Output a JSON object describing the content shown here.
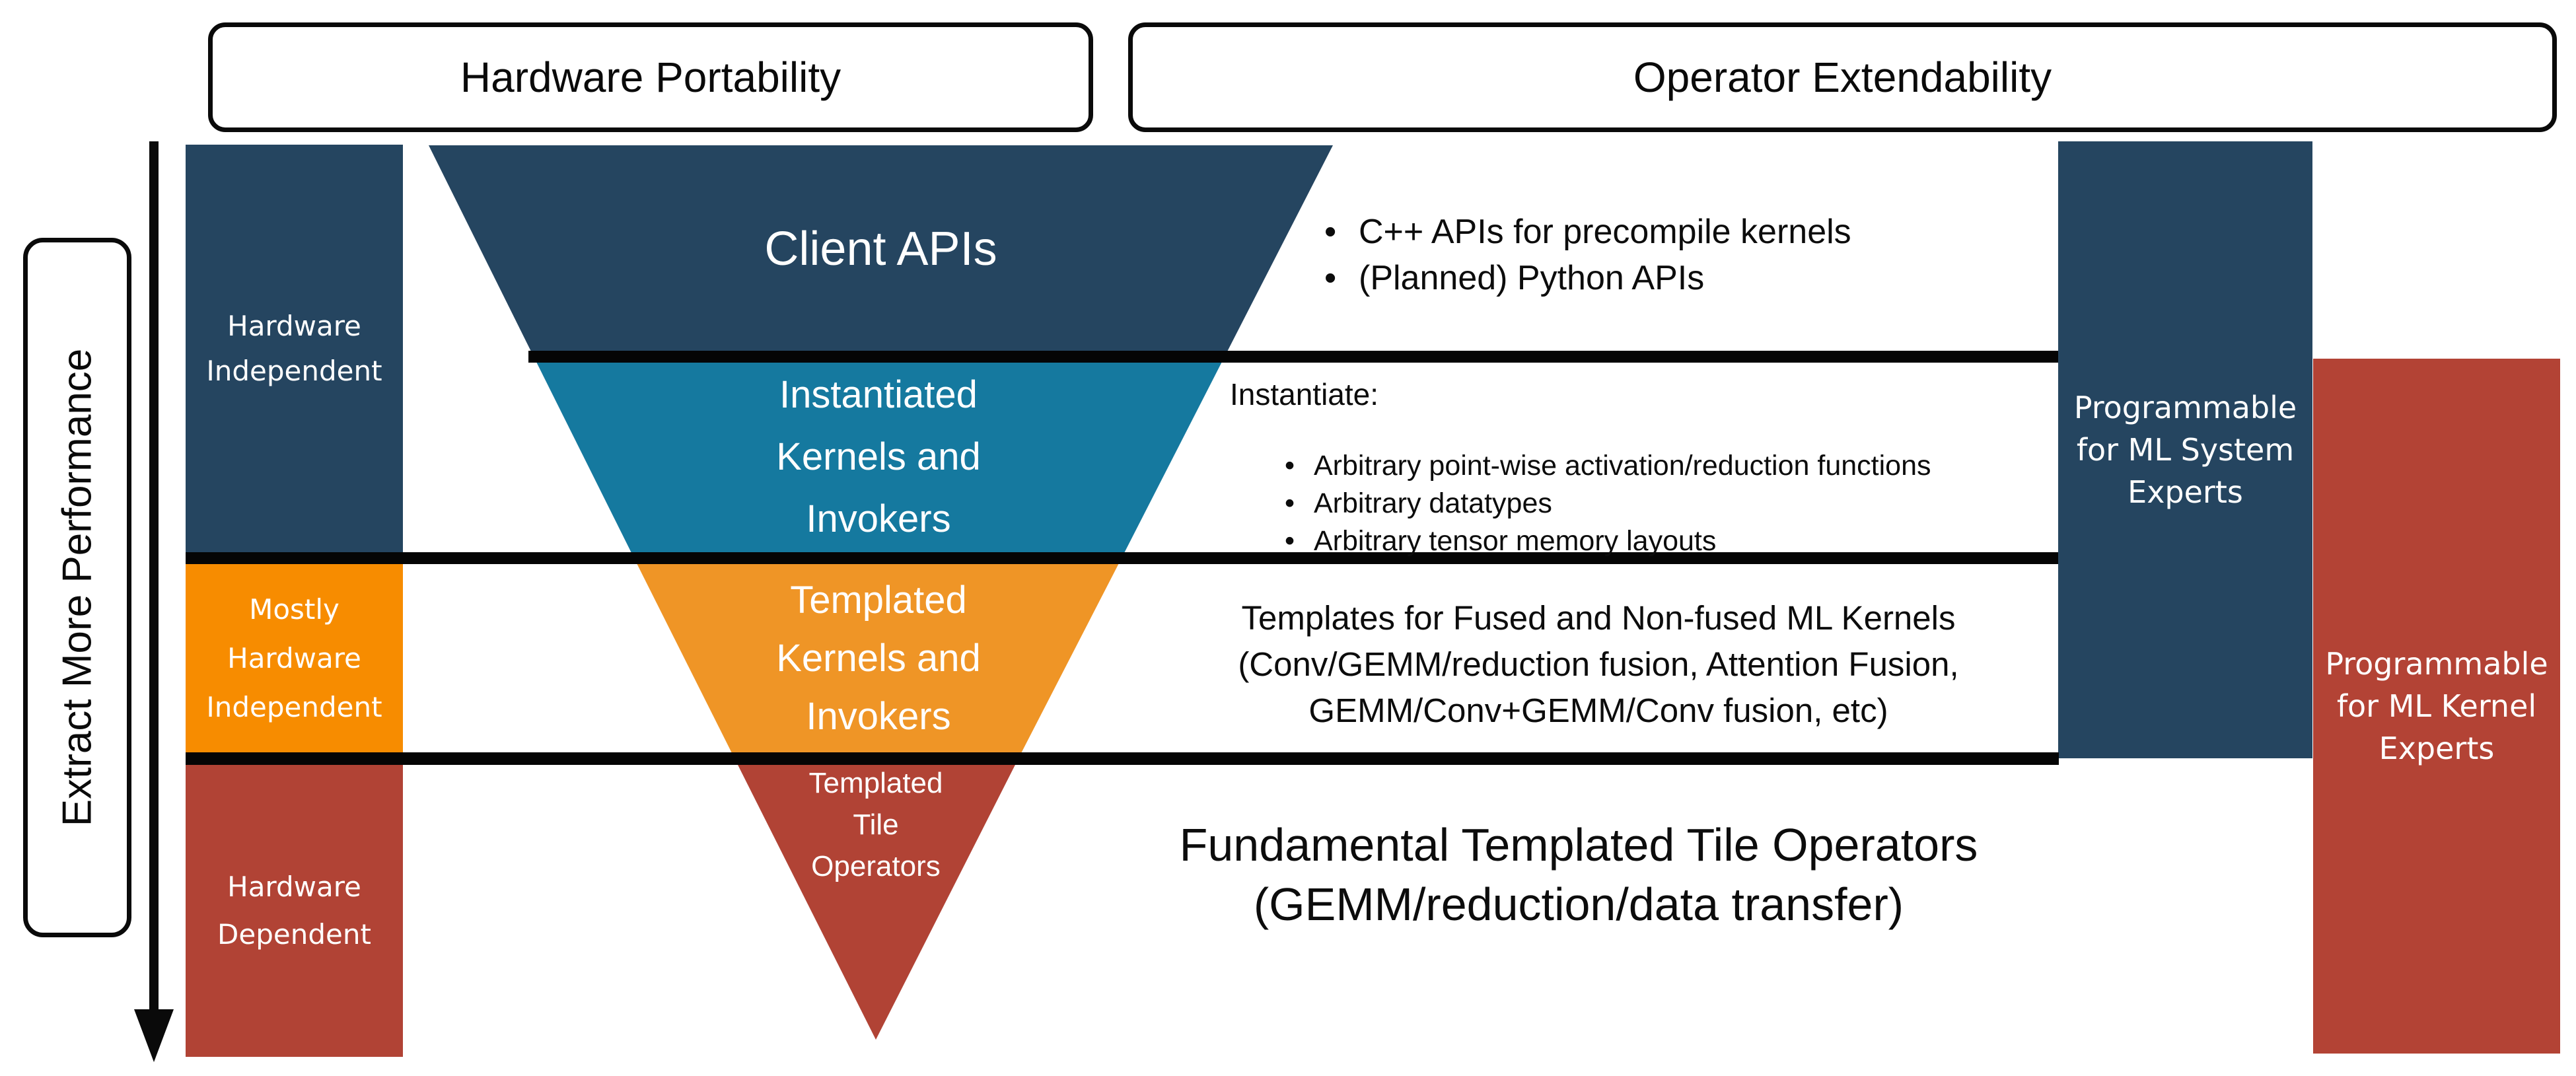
{
  "top_labels": {
    "hardware_portability": "Hardware Portability",
    "operator_extendability": "Operator Extendability"
  },
  "performance_axis": {
    "label": "Extract More Performance"
  },
  "left_column": {
    "hardware_independent": {
      "lines": [
        "Hardware",
        "Independent"
      ]
    },
    "mostly_hardware_independent": {
      "lines": [
        "Mostly",
        "Hardware",
        "Independent"
      ]
    },
    "hardware_dependent": {
      "lines": [
        "Hardware",
        "Dependent"
      ]
    }
  },
  "funnel": {
    "client_apis": {
      "label": "Client APIs"
    },
    "instantiated": {
      "lines": [
        "Instantiated",
        "Kernels and",
        "Invokers"
      ]
    },
    "templated": {
      "lines": [
        "Templated",
        "Kernels and",
        "Invokers"
      ]
    },
    "tile_operators": {
      "lines": [
        "Templated",
        "Tile",
        "Operators"
      ]
    }
  },
  "annotations": {
    "client_api_bullets": [
      "C++ APIs for precompile kernels",
      "(Planned) Python APIs"
    ],
    "instantiate_heading": "Instantiate:",
    "instantiate_bullets": [
      "Arbitrary point-wise activation/reduction functions",
      "Arbitrary datatypes",
      "Arbitrary tensor memory layouts"
    ],
    "templates_lines": [
      "Templates for Fused and Non-fused ML Kernels",
      "(Conv/GEMM/reduction fusion, Attention Fusion,",
      "GEMM/Conv+GEMM/Conv fusion, etc)"
    ],
    "fundamental_lines": [
      "Fundamental Templated Tile Operators",
      "(GEMM/reduction/data transfer)"
    ]
  },
  "right_column": {
    "ml_system": {
      "lines": [
        "Programmable",
        "for ML System",
        "Experts"
      ]
    },
    "ml_kernel": {
      "lines": [
        "Programmable",
        "for ML Kernel",
        "Experts"
      ]
    }
  },
  "colors": {
    "navy": "#254560",
    "teal": "#15799F",
    "funnel_orange": "#EF9526",
    "column_orange": "#F78C00",
    "red": "#B14335",
    "right_red": "#B34335",
    "rule_black": "#050505"
  }
}
